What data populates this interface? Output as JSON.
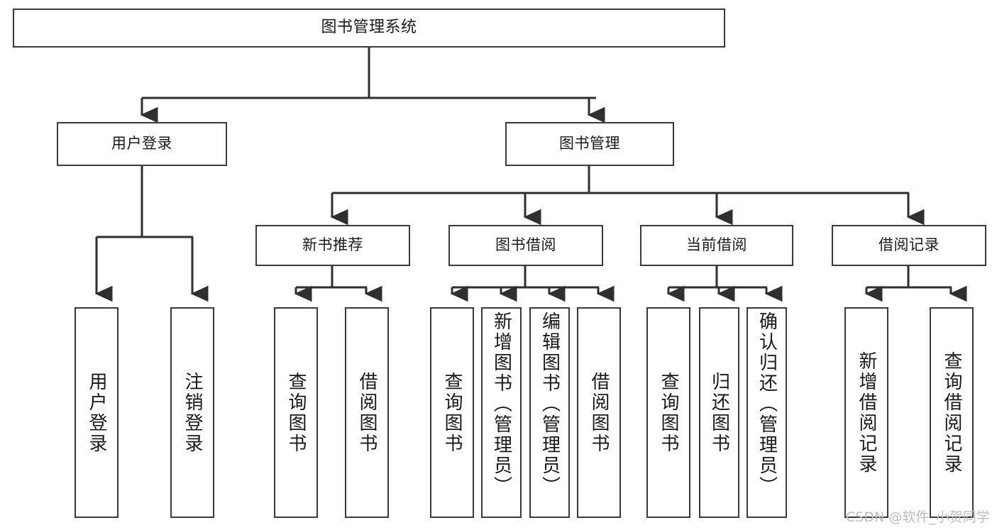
{
  "diagram": {
    "title": "图书管理系统",
    "type": "tree",
    "orientation": "top-down",
    "colors": {
      "box_border": "#3a3a3a",
      "box_fill": "#ffffff",
      "connector": "#2f2f2f",
      "text": "#1a1a1a",
      "background": "#ffffff",
      "watermark": "#bdbdbd"
    }
  },
  "nodes": {
    "root": {
      "label": "图书管理系统"
    },
    "level2": [
      {
        "id": "user-login",
        "label": "用户登录"
      },
      {
        "id": "book-manage",
        "label": "图书管理"
      }
    ],
    "level3": [
      {
        "id": "new-book-recommend",
        "label": "新书推荐"
      },
      {
        "id": "book-borrow",
        "label": "图书借阅"
      },
      {
        "id": "current-borrow",
        "label": "当前借阅"
      },
      {
        "id": "borrow-record",
        "label": "借阅记录"
      }
    ],
    "leaves": {
      "user-login": [
        {
          "id": "leaf-user-login",
          "label": "用户登录"
        },
        {
          "id": "leaf-logout-login",
          "label": "注销登录"
        }
      ],
      "new-book-recommend": [
        {
          "id": "leaf-query-book-1",
          "label": "查询图书"
        },
        {
          "id": "leaf-borrow-book-1",
          "label": "借阅图书"
        }
      ],
      "book-borrow": [
        {
          "id": "leaf-query-book-2",
          "label": "查询图书"
        },
        {
          "id": "leaf-add-book",
          "label": "新增图书（管理员）"
        },
        {
          "id": "leaf-edit-book",
          "label": "编辑图书（管理员）"
        },
        {
          "id": "leaf-borrow-book-2",
          "label": "借阅图书"
        }
      ],
      "current-borrow": [
        {
          "id": "leaf-query-book-3",
          "label": "查询图书"
        },
        {
          "id": "leaf-return-book",
          "label": "归还图书"
        },
        {
          "id": "leaf-confirm-return",
          "label": "确认归还（管理员）"
        }
      ],
      "borrow-record": [
        {
          "id": "leaf-add-record",
          "label": "新增借阅记录"
        },
        {
          "id": "leaf-query-record",
          "label": "查询借阅记录"
        }
      ]
    }
  },
  "watermark": {
    "text": "CSDN @软件_小贺同学"
  }
}
